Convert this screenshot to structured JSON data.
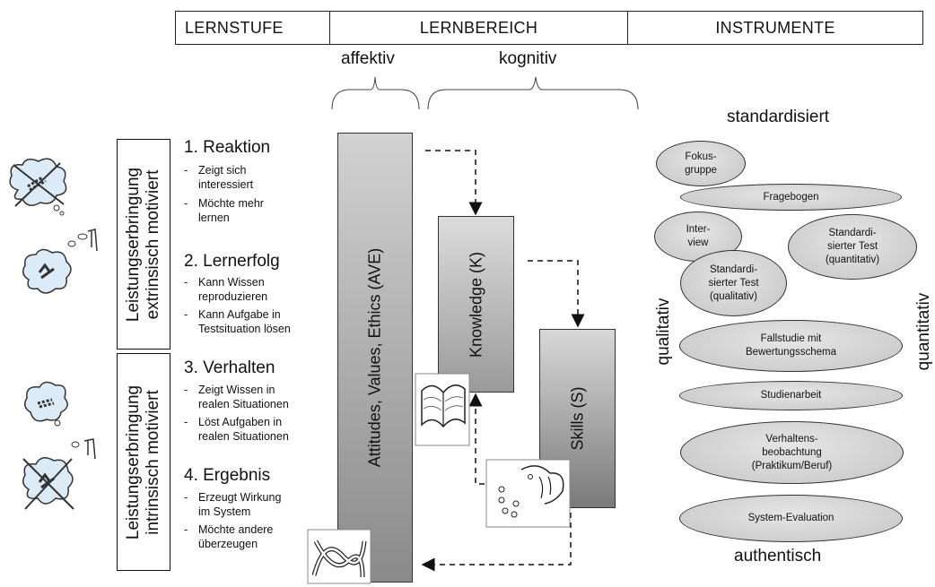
{
  "header": {
    "col1": "LERNSTUFE",
    "col2": "LERNBEREICH",
    "col3": "INSTRUMENTE"
  },
  "domains": {
    "affective": "affektiv",
    "cognitive": "kognitiv"
  },
  "motivation": {
    "extrinsic": [
      "Leistungserbringung",
      "extrinsisch motiviert"
    ],
    "intrinsic": [
      "Leistungserbringung",
      "intrinsisch motiviert"
    ]
  },
  "stages": [
    {
      "title": "1. Reaktion",
      "bullets": [
        [
          "Zeigt sich",
          "interessiert"
        ],
        [
          "Möchte mehr",
          "lernen"
        ]
      ]
    },
    {
      "title": "2. Lernerfolg",
      "bullets": [
        [
          "Kann Wissen",
          "reproduzieren"
        ],
        [
          "Kann Aufgabe in",
          "Testsituation lösen"
        ]
      ]
    },
    {
      "title": "3. Verhalten",
      "bullets": [
        [
          "Zeigt Wissen in",
          "realen Situationen"
        ],
        [
          "Löst Aufgaben in",
          "realen Situationen"
        ]
      ]
    },
    {
      "title": "4. Ergebnis",
      "bullets": [
        [
          "Erzeugt Wirkung",
          "im System"
        ],
        [
          "Möchte andere",
          "überzeugen"
        ]
      ]
    }
  ],
  "bars": {
    "ave": "Attitudes, Values, Ethics (AVE)",
    "knowledge": "Knowledge (K)",
    "skills": "Skills (S)"
  },
  "axis": {
    "top": "standardisiert",
    "bottom": "authentisch",
    "left": "qualitativ",
    "right": "quantitativ"
  },
  "instruments": [
    [
      "Fokus-",
      "gruppe"
    ],
    [
      "Fragebogen"
    ],
    [
      "Inter-",
      "view"
    ],
    [
      "Standardi-",
      "sierter Test",
      "(quantitativ)"
    ],
    [
      "Standardi-",
      "sierter Test",
      "(qualitativ)"
    ],
    [
      "Fallstudie mit",
      "Bewertungsschema"
    ],
    [
      "Studienarbeit"
    ],
    [
      "Verhaltens-",
      "beobachtung",
      "(Praktikum/Beruf)"
    ],
    [
      "System-Evaluation"
    ]
  ],
  "icons": [
    "thought-cloud-crossed-icon",
    "thought-cloud-icon",
    "book-icon",
    "face-sketch-icon",
    "knot-icon"
  ]
}
